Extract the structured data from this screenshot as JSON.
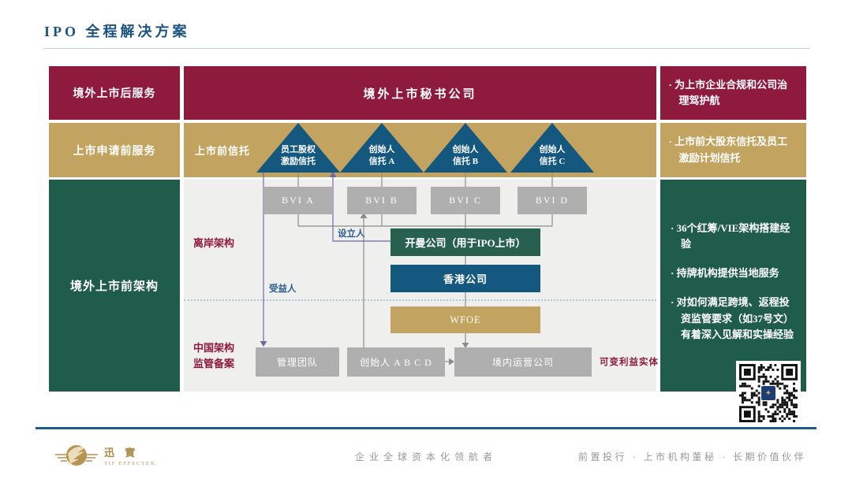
{
  "page": {
    "title": "IPO 全程解决方案"
  },
  "left_rows": [
    {
      "label": "境外上市后服务"
    },
    {
      "label": "上市申请前服务"
    },
    {
      "label": "境外上市前架构"
    }
  ],
  "banner": {
    "secretary": "境外上市秘书公司",
    "trust_band_label": "上市前信托"
  },
  "trusts": [
    {
      "line1": "员工股权",
      "line2": "激励信托"
    },
    {
      "line1": "创始人",
      "line2": "信托 A"
    },
    {
      "line1": "创始人",
      "line2": "信托 B"
    },
    {
      "line1": "创始人",
      "line2": "信托 C"
    }
  ],
  "entities": {
    "bvi": [
      "BVI A",
      "BVI B",
      "BVI C",
      "BVI D"
    ],
    "cayman": "开曼公司（用于IPO上市）",
    "hongkong": "香港公司",
    "wfoe": "WFOE",
    "management": "管理团队",
    "founders": "创始人 A B C D",
    "domestic": "境内运营公司"
  },
  "labels": {
    "offshore": "离岸架构",
    "china_line1": "中国架构",
    "china_line2": "监管备案",
    "vie": "可变利益实体",
    "settlor": "设立人",
    "beneficiary": "受益人"
  },
  "notes": {
    "post_listing": "· 为上市企业合规和公司治理驾护航",
    "pre_application": "· 上市前大股东信托及员工激励计划信托",
    "structure": [
      "· 36个红筹/VIE架构搭建经验",
      "· 持牌机构提供当地服务",
      "· 对如何满足跨境、返程投资监管要求（如37号文）有着深入见解和实操经验"
    ]
  },
  "footer": {
    "brand_cn": "迅 實",
    "brand_en": "TIF EFFECTEN",
    "slogan_center": "企业全球资本化领航者",
    "slogan_right": "前置投行 · 上市机构董秘 · 长期价值伙伴"
  },
  "icons": {
    "qr_center_glyph": "✦"
  },
  "colors": {
    "crimson": "#8E1B3E",
    "gold": "#C2A35F",
    "green": "#205C4A",
    "blue": "#14577F",
    "gray_box": "#AFAFAF",
    "canvas": "#EFEFEE",
    "title_blue": "#1B537F",
    "purple_line": "#7267A9",
    "label_blue": "#2B5C8F",
    "red_label": "#8E1B3C",
    "footer_line": "#1D5C8C",
    "brand_gold": "#B29050"
  }
}
